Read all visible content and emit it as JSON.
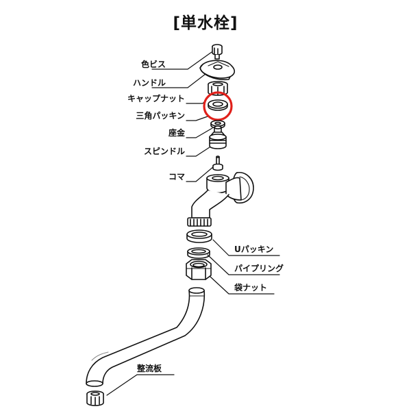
{
  "title": "[単水栓]",
  "labels": {
    "iro_bisu": "色ビス",
    "handle": "ハンドル",
    "cap_nut": "キャップナット",
    "sankaku_packing": "三角パッキン",
    "zagane": "座金",
    "spindle": "スピンドル",
    "koma": "コマ",
    "u_packing": "Uパッキン",
    "pipe_ring": "パイプリング",
    "fukuro_nut": "袋ナット",
    "seiryuban": "整流板"
  },
  "colors": {
    "line": "#111111",
    "highlight": "#e0201a",
    "shade": "#bdbdbd"
  },
  "highlighted_part": "sankaku_packing"
}
